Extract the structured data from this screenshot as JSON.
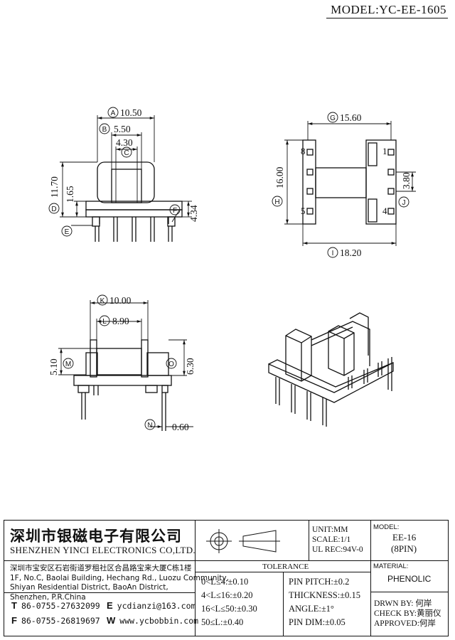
{
  "model_label": "MODEL:YC-EE-1605",
  "dimensions": {
    "A": "10.50",
    "B": "5.50",
    "C": "4.30",
    "D": "11.70",
    "D_inner": "1.65",
    "E": "",
    "F": "4.34",
    "G": "15.60",
    "H": "16.00",
    "I": "18.20",
    "J": "3.80",
    "K": "10.00",
    "L": "8.90",
    "M": "5.10",
    "N": "0.60",
    "O": "6.30"
  },
  "circle_labels": [
    "A",
    "B",
    "C",
    "D",
    "E",
    "F",
    "G",
    "H",
    "I",
    "J",
    "K",
    "L",
    "M",
    "N",
    "O"
  ],
  "pin_numbers": {
    "p8": "8",
    "p5": "5",
    "p1": "1",
    "p4": "4"
  },
  "title_block": {
    "company_cn": "深圳市银磁电子有限公司",
    "company_en": "SHENZHEN YINCI ELECTRONICS CO,LTD.",
    "address_lines": [
      "深圳市宝安区石岩街道罗租社区合昌路宝来大厦C栋1楼",
      "1F, No.C, Baolai Building, Hechang Rd., Luozu Community,",
      "Shiyan Residential District, BaoAn District,",
      "Shenzhen, P.R.China"
    ],
    "tel_label": "T",
    "tel": "86-0755-27632099",
    "fax_label": "F",
    "fax": "86-0755-26819697",
    "email_label": "E",
    "email": "ycdianzi@163.com",
    "web_label": "W",
    "web": "www.ycbobbin.com",
    "unit": "UNIT:MM",
    "scale": "SCALE:1/1",
    "ul": "UL REC:94V-0",
    "model_hdr": "MODEL:",
    "model_val": "EE-16",
    "model_pins": "(8PIN)",
    "material_hdr": "MATERIAL:",
    "material": "PHENOLIC",
    "tolerance_hdr": "TOLERANCE",
    "tol_left": [
      "0<L≤4:±0.10",
      "4<L≤16:±0.20",
      "16<L≤50:±0.30",
      "50≤L:±0.40"
    ],
    "tol_right": [
      "PIN PITCH:±0.2",
      "THICKNESS:±0.15",
      "ANGLE:±1°",
      "PIN DIM:±0.05"
    ],
    "drawn": "DRWN BY: 何岸",
    "check": "CHECK BY:黄丽仪",
    "approved": "APPROVED:何岸"
  }
}
